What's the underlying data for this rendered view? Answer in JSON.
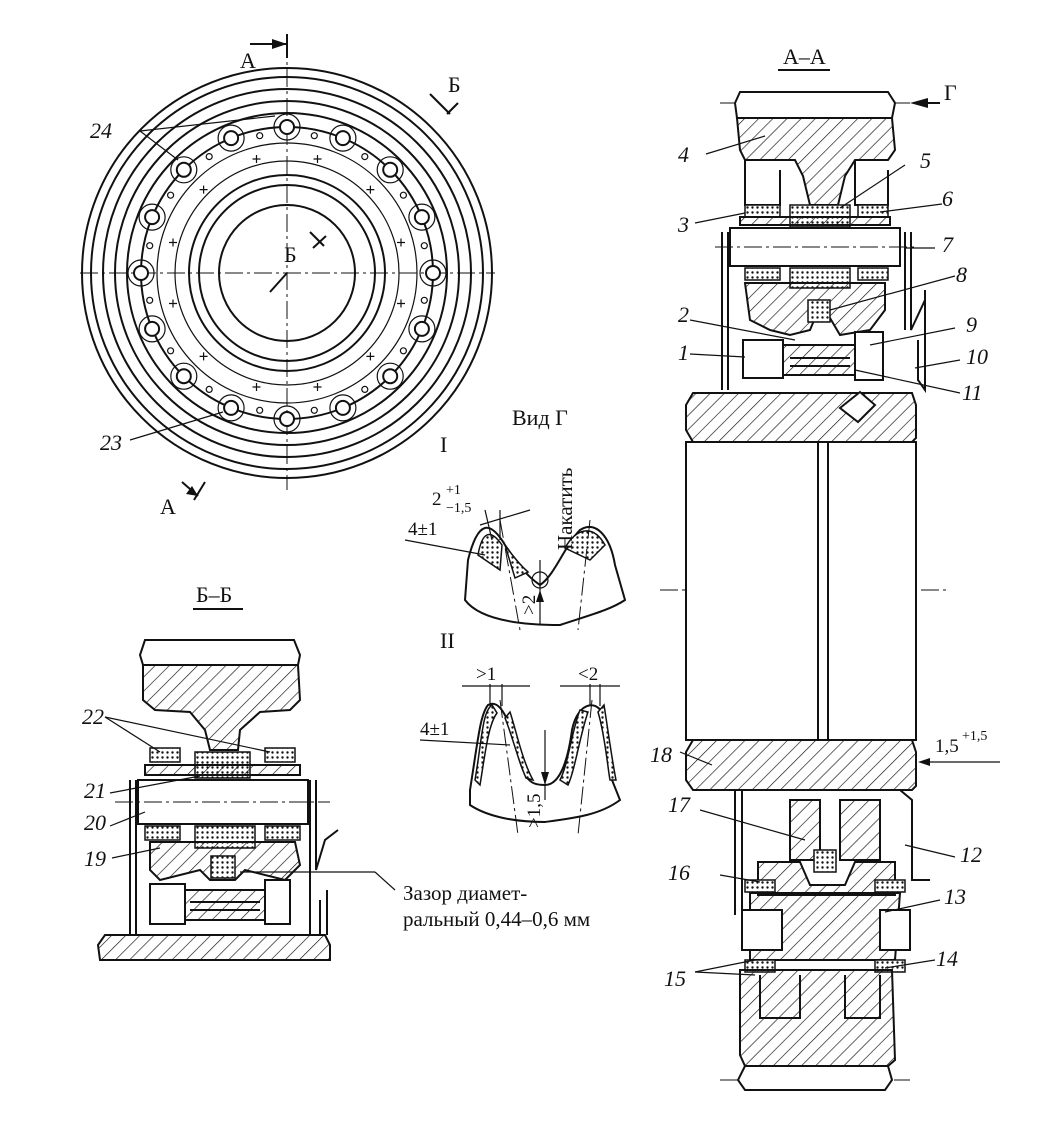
{
  "sections": {
    "aa": "А–А",
    "bb": "Б–Б",
    "vid_g": "Вид Г",
    "detail_1": "I",
    "detail_2": "II"
  },
  "cut_marks": {
    "a_top": "А",
    "a_bottom": "А",
    "b_top": "Б",
    "b_center": "Б",
    "g": "Г"
  },
  "part_numbers": [
    "1",
    "2",
    "3",
    "4",
    "5",
    "6",
    "7",
    "8",
    "9",
    "10",
    "11",
    "12",
    "13",
    "14",
    "15",
    "16",
    "17",
    "18",
    "19",
    "20",
    "21",
    "22",
    "23",
    "24"
  ],
  "dimensions": {
    "d1_base": "2",
    "d1_sup": "+1",
    "d1_sub": "−1,5",
    "d2": "4±1",
    "d3": ">2",
    "d4": ">1",
    "d5": "<2",
    "d6": "4±1",
    "d7": ">1,5",
    "d8_base": "1,5",
    "d8_sup": "+1,5"
  },
  "notes": {
    "knurl": "Накатить",
    "gap_line1": "Зазор диамет-",
    "gap_line2": "ральный 0,44–0,6 мм"
  }
}
